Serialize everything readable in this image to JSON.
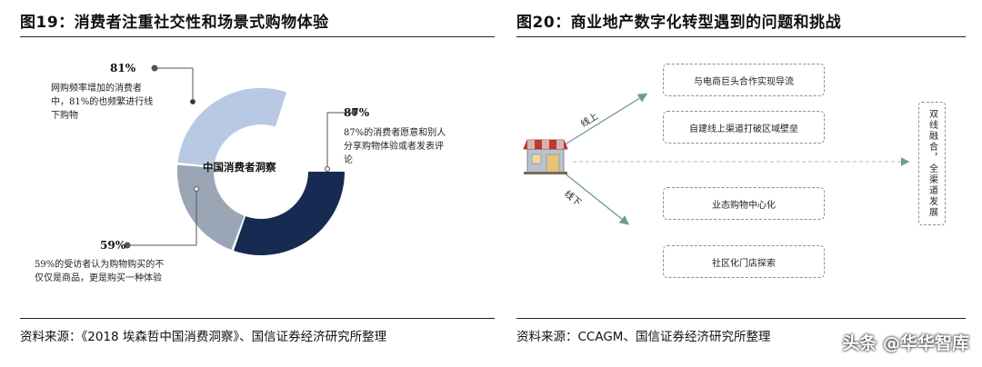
{
  "left": {
    "title": "图19：消费者注重社交性和场景式购物体验",
    "source": "资料来源：《2018 埃森哲中国消费洞察》、国信证券经济研究所整理",
    "center_label": "中国消费者洞察",
    "callouts": [
      {
        "pct": "81%",
        "text": "网购频率增加的消费者中，81%的也频繁进行线下购物"
      },
      {
        "pct": "87%",
        "text": "87%的消费者愿意和别人分享购物体验或者发表评论"
      },
      {
        "pct": "59%",
        "text": "59%的受访者认为购物购买的不仅仅是商品，更是购买一种体验"
      }
    ],
    "chart_data": {
      "type": "pie",
      "values": [
        87,
        59,
        81
      ],
      "colors": [
        "#162a52",
        "#9aa6b6",
        "#b8c9e3"
      ],
      "track_color": "#d6dde8"
    }
  },
  "right": {
    "title": "图20：商业地产数字化转型遇到的问题和挑战",
    "source": "资料来源：CCAGM、国信证券经济研究所整理",
    "branch_online": "线上",
    "branch_offline": "线下",
    "boxes": [
      "与电商巨头合作实现导流",
      "自建线上渠道打破区域壁垒",
      "业态购物中心化",
      "社区化门店探索"
    ],
    "side_box": "双线融合，全渠道发展",
    "store_icon": "storefront-icon",
    "accent": "#6f9a9a"
  },
  "watermark": "头条 @华华智库"
}
